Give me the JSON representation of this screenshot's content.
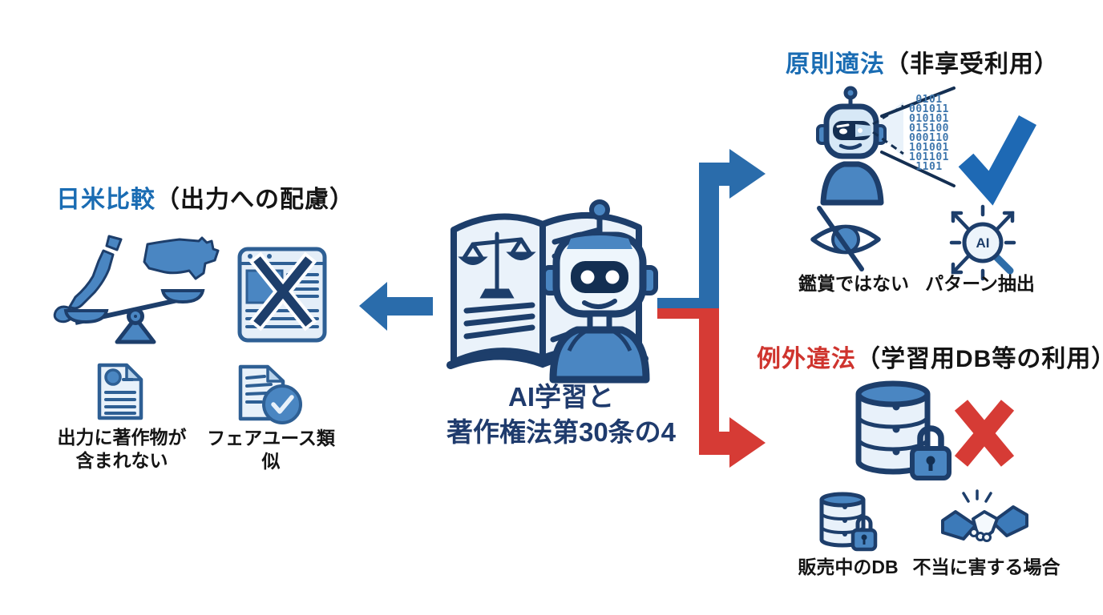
{
  "palette": {
    "accent_blue": "#1a6cb3",
    "accent_red": "#cf342e",
    "icon_blue_fill": "#4a86c2",
    "icon_navy_outline": "#1d3e6b",
    "icon_light_fill": "#e8f1fa",
    "center_text_navy": "#1f3b6d",
    "arrow_blue": "#2a6cab",
    "arrow_red": "#d63b35",
    "check_blue": "#1e69b4"
  },
  "center": {
    "caption_lines": [
      "AI学習と",
      "著作権法第30条の4"
    ],
    "icons": [
      "law-book-with-scales",
      "robot-teacher"
    ]
  },
  "left_section": {
    "title_highlight": "日米比較",
    "title_rest": "（出力への配慮）",
    "label_output_lines": [
      "出力に著作物が",
      "含まれない"
    ],
    "label_fair_use": "フェアユース類似",
    "icons": [
      "japan-map",
      "us-map",
      "balance-scale",
      "browser-blocked",
      "document-profile",
      "document-check"
    ]
  },
  "top_right_section": {
    "title_highlight": "原則適法",
    "title_rest": "（非享受利用）",
    "binary_rows": [
      "0101",
      "001011",
      "010101",
      "015100",
      "000110",
      "101001",
      "101101",
      "1101"
    ],
    "ai_badge": "AI",
    "label_not_viewing": "鑑賞ではない",
    "label_pattern": "パターン抽出",
    "icons": [
      "robot-scanning",
      "binary-stream",
      "check-mark",
      "eye-off",
      "ai-pattern-magnifier"
    ]
  },
  "bottom_right_section": {
    "title_highlight": "例外違法",
    "title_rest": "（学習用DB等の利用）",
    "label_db": "販売中のDB",
    "label_harm": "不当に害する場合",
    "icons": [
      "database-locked",
      "cross-mark",
      "database-for-sale",
      "handshake"
    ]
  }
}
